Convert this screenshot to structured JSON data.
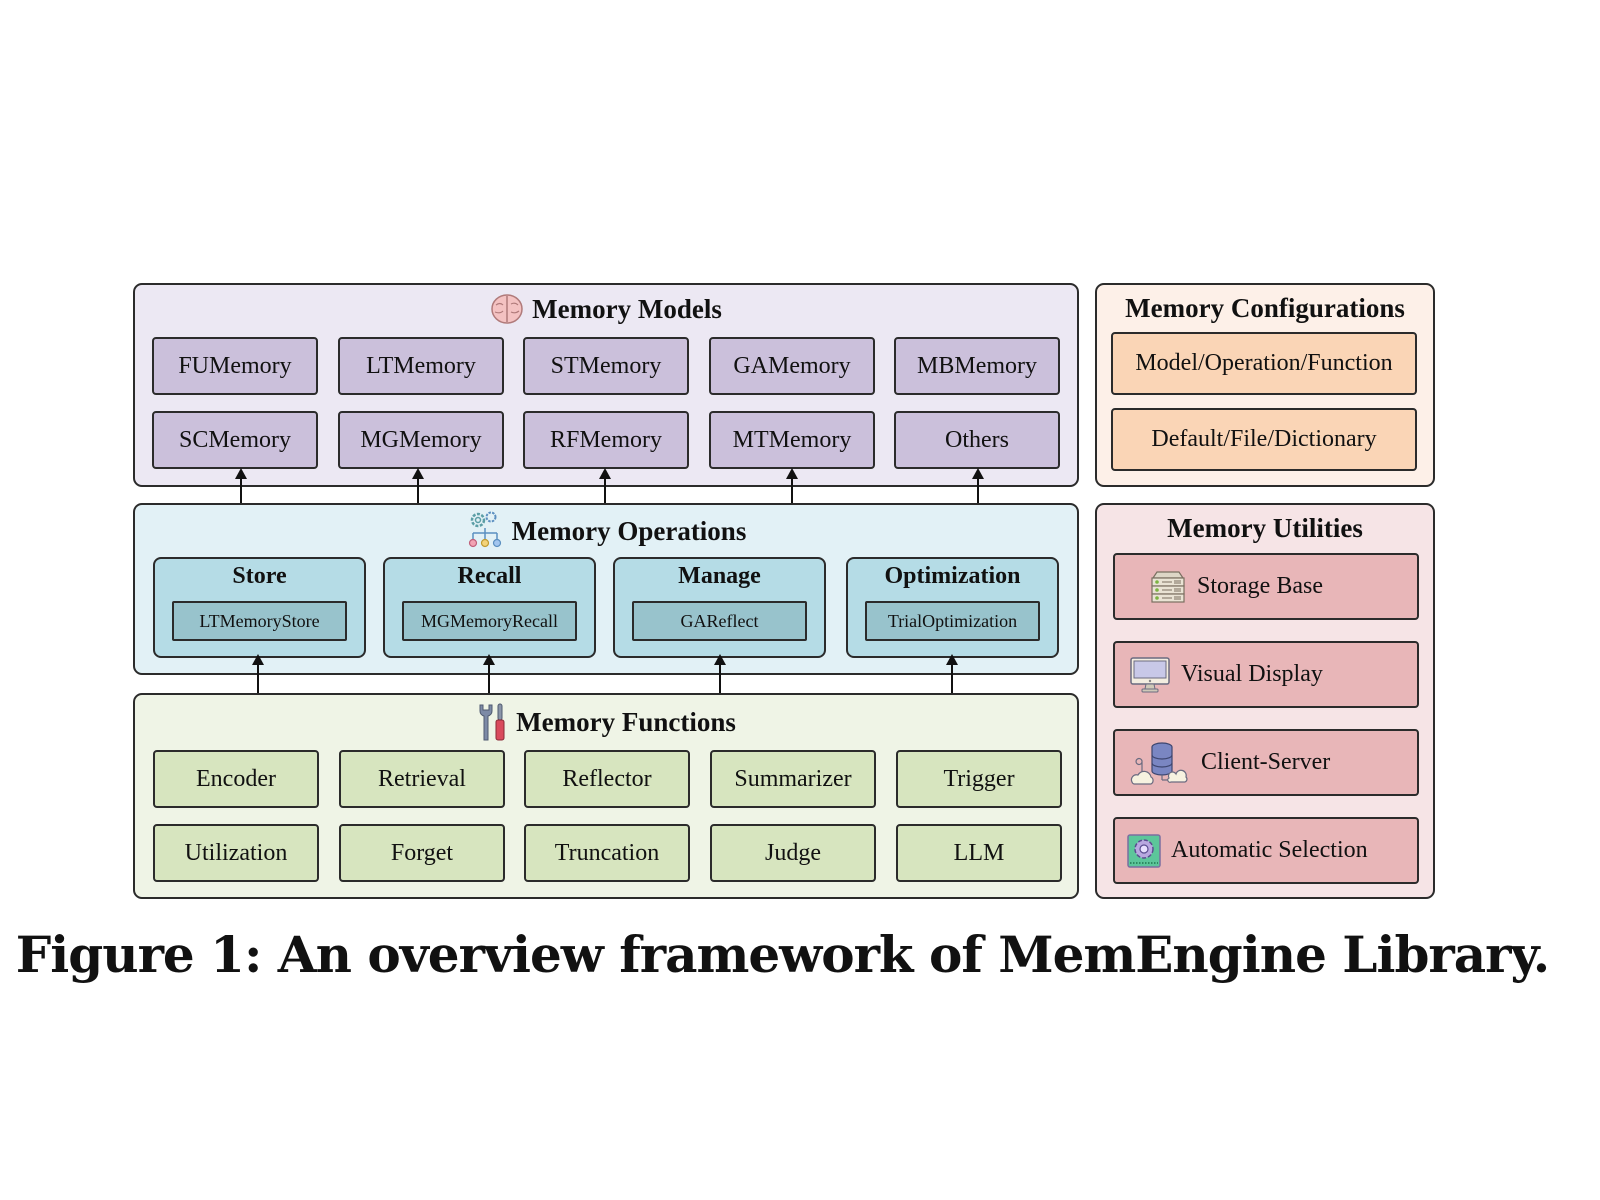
{
  "memory_models": {
    "title": "Memory Models",
    "icon": "brain-icon",
    "items": [
      "FUMemory",
      "LTMemory",
      "STMemory",
      "GAMemory",
      "MBMemory",
      "SCMemory",
      "MGMemory",
      "RFMemory",
      "MTMemory",
      "Others"
    ]
  },
  "memory_operations": {
    "title": "Memory Operations",
    "icon": "gears-hierarchy-icon",
    "items": [
      {
        "name": "Store",
        "example": "LTMemoryStore"
      },
      {
        "name": "Recall",
        "example": "MGMemoryRecall"
      },
      {
        "name": "Manage",
        "example": "GAReflect"
      },
      {
        "name": "Optimization",
        "example": "TrialOptimization"
      }
    ]
  },
  "memory_functions": {
    "title": "Memory Functions",
    "icon": "tools-icon",
    "items": [
      "Encoder",
      "Retrieval",
      "Reflector",
      "Summarizer",
      "Trigger",
      "Utilization",
      "Forget",
      "Truncation",
      "Judge",
      "LLM"
    ]
  },
  "memory_configurations": {
    "title": "Memory Configurations",
    "items": [
      "Model/Operation/Function",
      "Default/File/Dictionary"
    ]
  },
  "memory_utilities": {
    "title": "Memory Utilities",
    "items": [
      {
        "label": "Storage Base",
        "icon": "server-rack-icon"
      },
      {
        "label": "Visual Display",
        "icon": "monitor-icon"
      },
      {
        "label": "Client-Server",
        "icon": "cloud-database-icon"
      },
      {
        "label": "Automatic Selection",
        "icon": "gear-chip-icon"
      }
    ]
  },
  "caption": "Figure 1: An overview framework of MemEngine Library."
}
